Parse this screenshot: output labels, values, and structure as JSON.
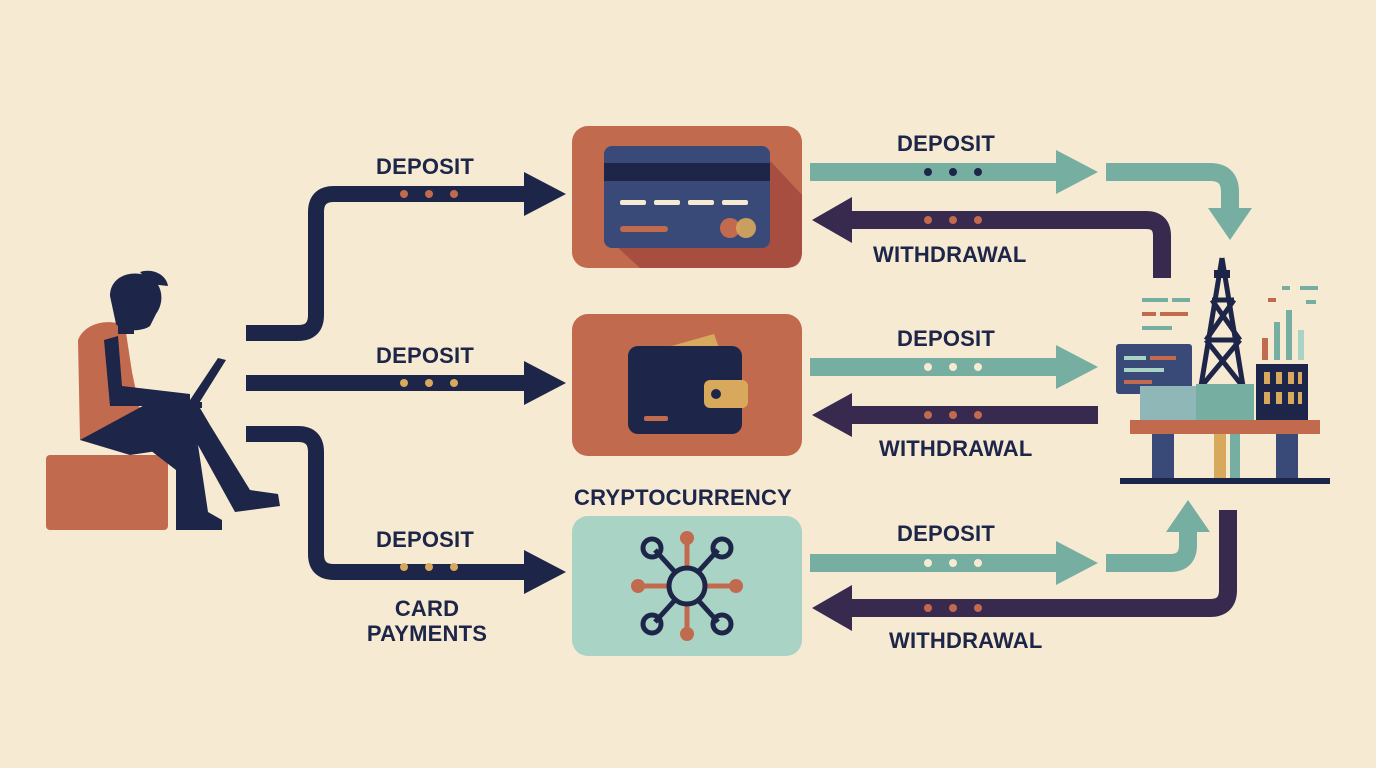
{
  "labels": {
    "left_top_deposit": "DEPOSIT",
    "left_mid_deposit": "DEPOSIT",
    "left_bottom_deposit": "DEPOSIT",
    "card_payments_line1": "CARD",
    "card_payments_line2": "PAYMENTS",
    "cryptocurrency": "CRYPTOCURRENCY",
    "right_top_deposit": "DEPOSIT",
    "right_top_withdrawal": "WITHDRAWAL",
    "right_mid_deposit": "DEPOSIT",
    "right_mid_withdrawal": "WITHDRAWAL",
    "right_bottom_deposit": "DEPOSIT",
    "right_bottom_withdrawal": "WITHDRAWAL"
  },
  "colors": {
    "background": "#f7ead3",
    "navy": "#1d2648",
    "terracotta": "#c26a4e",
    "teal": "#76aea1",
    "plum": "#372a4e",
    "mint_box": "#a9d3c5",
    "gold": "#d8a95c"
  },
  "icons": [
    "person-at-laptop-icon",
    "credit-card-icon",
    "wallet-icon",
    "crypto-network-icon",
    "oil-platform-icon"
  ]
}
